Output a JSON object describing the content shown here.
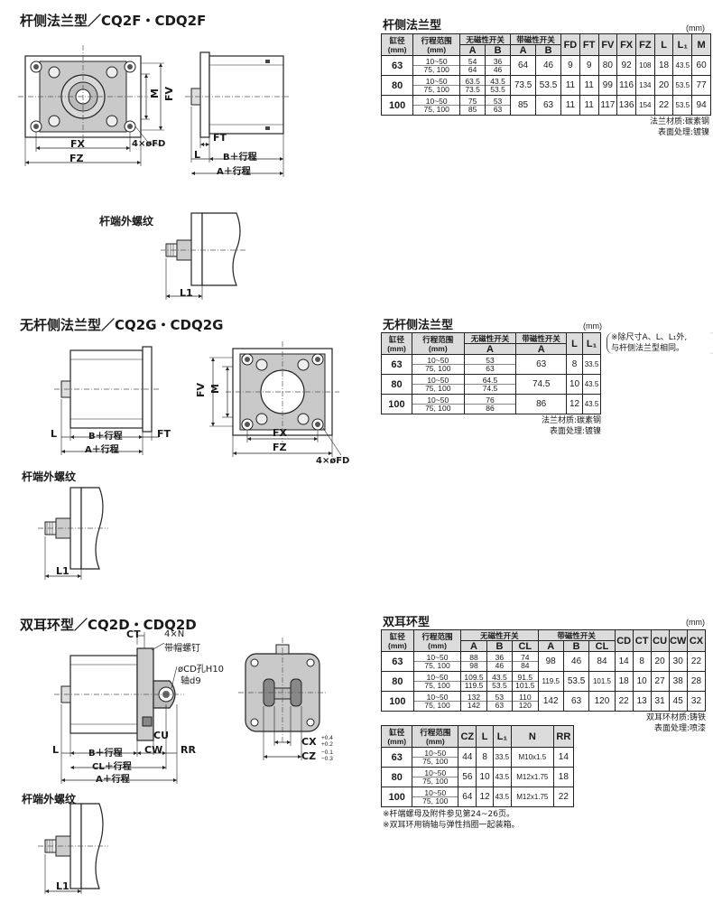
{
  "sections": {
    "f": {
      "title": "杆侧法兰型／CQ2F・CDQ2F",
      "table_title": "杆侧法兰型",
      "unit": "(mm)",
      "rod_thread_label": "杆端外螺纹",
      "notes": [
        "法兰材质:碳素钢",
        "表面处理:镀镍"
      ],
      "dims": [
        "FX",
        "FZ",
        "4×øFD",
        "M",
        "FV",
        "FT",
        "L",
        "B＋行程",
        "A＋行程",
        "L1"
      ]
    },
    "g": {
      "title": "无杆侧法兰型／CQ2G・CDQ2G",
      "table_title": "无杆侧法兰型",
      "unit": "(mm)",
      "rod_thread_label": "杆端外螺纹",
      "side_note": [
        "※除尺寸A、L、L₁外,",
        "与杆侧法兰型相同。"
      ],
      "notes": [
        "法兰材质:碳素钢",
        "表面处理:镀镍"
      ],
      "dims": [
        "L",
        "B＋行程",
        "A＋行程",
        "FT",
        "FV",
        "M",
        "FX",
        "FZ",
        "4×øFD",
        "L1"
      ]
    },
    "d": {
      "title": "双耳环型／CQ2D・CDQ2D",
      "table_title": "双耳环型",
      "unit": "(mm)",
      "rod_thread_label": "杆端外螺纹",
      "notes": [
        "双耳环材质:铸铁",
        "表面处理:喷漆"
      ],
      "footnotes": [
        "※杆端螺母及附件参见第24~26页。",
        "※双耳环用销轴与弹性挡圈一起装箱。"
      ],
      "dims": [
        "CT",
        "4×N",
        "带帽螺钉",
        "øCD孔H10",
        "轴d9",
        "CU",
        "L",
        "B＋行程",
        "CW",
        "RR",
        "CL＋行程",
        "A＋行程",
        "CX",
        "CZ",
        "+0.4",
        "+0.2",
        "−0.1",
        "−0.3",
        "L1"
      ]
    }
  },
  "table_f": {
    "h_bore": "缸径",
    "h_bore_unit": "(mm)",
    "h_stroke": "行程范围",
    "h_stroke_unit": "(mm)",
    "h_noswitch": "无磁性开关",
    "h_switch": "带磁性开关",
    "sub": [
      "A",
      "B",
      "A",
      "B"
    ],
    "cols": [
      "FD",
      "FT",
      "FV",
      "FX",
      "FZ",
      "L",
      "L₁",
      "M"
    ],
    "rows": [
      {
        "bore": "63",
        "s1": "10~50",
        "s2": "75, 100",
        "na1": "54",
        "na2": "64",
        "nb1": "36",
        "nb2": "46",
        "a": "64",
        "b": "46",
        "v": [
          "9",
          "9",
          "80",
          "92",
          "108",
          "18",
          "43.5",
          "60"
        ]
      },
      {
        "bore": "80",
        "s1": "10~50",
        "s2": "75, 100",
        "na1": "63.5",
        "na2": "73.5",
        "nb1": "43.5",
        "nb2": "53.5",
        "a": "73.5",
        "b": "53.5",
        "v": [
          "11",
          "11",
          "99",
          "116",
          "134",
          "20",
          "53.5",
          "77"
        ]
      },
      {
        "bore": "100",
        "s1": "10~50",
        "s2": "75, 100",
        "na1": "75",
        "na2": "85",
        "nb1": "53",
        "nb2": "63",
        "a": "85",
        "b": "63",
        "v": [
          "11",
          "11",
          "117",
          "136",
          "154",
          "22",
          "53.5",
          "94"
        ]
      }
    ]
  },
  "table_g": {
    "h_bore": "缸径",
    "h_bore_unit": "(mm)",
    "h_stroke": "行程范围",
    "h_stroke_unit": "(mm)",
    "h_noswitch": "无磁性开关",
    "h_switch": "带磁性开关",
    "sub": [
      "A",
      "A"
    ],
    "cols": [
      "L",
      "L₁"
    ],
    "rows": [
      {
        "bore": "63",
        "s1": "10~50",
        "s2": "75, 100",
        "n1": "53",
        "n2": "63",
        "a": "63",
        "v": [
          "8",
          "33.5"
        ]
      },
      {
        "bore": "80",
        "s1": "10~50",
        "s2": "75, 100",
        "n1": "64.5",
        "n2": "74.5",
        "a": "74.5",
        "v": [
          "10",
          "43.5"
        ]
      },
      {
        "bore": "100",
        "s1": "10~50",
        "s2": "75, 100",
        "n1": "76",
        "n2": "86",
        "a": "86",
        "v": [
          "12",
          "43.5"
        ]
      }
    ]
  },
  "table_d1": {
    "h_bore": "缸径",
    "h_bore_unit": "(mm)",
    "h_stroke": "行程范围",
    "h_stroke_unit": "(mm)",
    "h_noswitch": "无磁性开关",
    "h_switch": "带磁性开关",
    "sub": [
      "A",
      "B",
      "CL",
      "A",
      "B",
      "CL"
    ],
    "cols": [
      "CD",
      "CT",
      "CU",
      "CW",
      "CX"
    ],
    "rows": [
      {
        "bore": "63",
        "s1": "10~50",
        "s2": "75, 100",
        "na1": "88",
        "na2": "98",
        "nb1": "36",
        "nb2": "46",
        "nc1": "74",
        "nc2": "84",
        "a": "98",
        "b": "46",
        "cl": "84",
        "v": [
          "14",
          "8",
          "20",
          "30",
          "22"
        ]
      },
      {
        "bore": "80",
        "s1": "10~50",
        "s2": "75, 100",
        "na1": "109.5",
        "na2": "119.5",
        "nb1": "43.5",
        "nb2": "53.5",
        "nc1": "91.5",
        "nc2": "101.5",
        "a": "119.5",
        "b": "53.5",
        "cl": "101.5",
        "v": [
          "18",
          "10",
          "27",
          "38",
          "28"
        ]
      },
      {
        "bore": "100",
        "s1": "10~50",
        "s2": "75, 100",
        "na1": "132",
        "na2": "142",
        "nb1": "53",
        "nb2": "63",
        "nc1": "110",
        "nc2": "120",
        "a": "142",
        "b": "63",
        "cl": "120",
        "v": [
          "22",
          "13",
          "31",
          "45",
          "32"
        ]
      }
    ]
  },
  "table_d2": {
    "h_bore": "缸径",
    "h_bore_unit": "(mm)",
    "h_stroke": "行程范围",
    "h_stroke_unit": "(mm)",
    "cols": [
      "CZ",
      "L",
      "L₁",
      "N",
      "RR"
    ],
    "rows": [
      {
        "bore": "63",
        "s1": "10~50",
        "s2": "75, 100",
        "v": [
          "44",
          "8",
          "33.5",
          "M10x1.5",
          "14"
        ]
      },
      {
        "bore": "80",
        "s1": "10~50",
        "s2": "75, 100",
        "v": [
          "56",
          "10",
          "43.5",
          "M12x1.75",
          "18"
        ]
      },
      {
        "bore": "100",
        "s1": "10~50",
        "s2": "75, 100",
        "v": [
          "64",
          "12",
          "43.5",
          "M12x1.75",
          "22"
        ]
      }
    ]
  }
}
